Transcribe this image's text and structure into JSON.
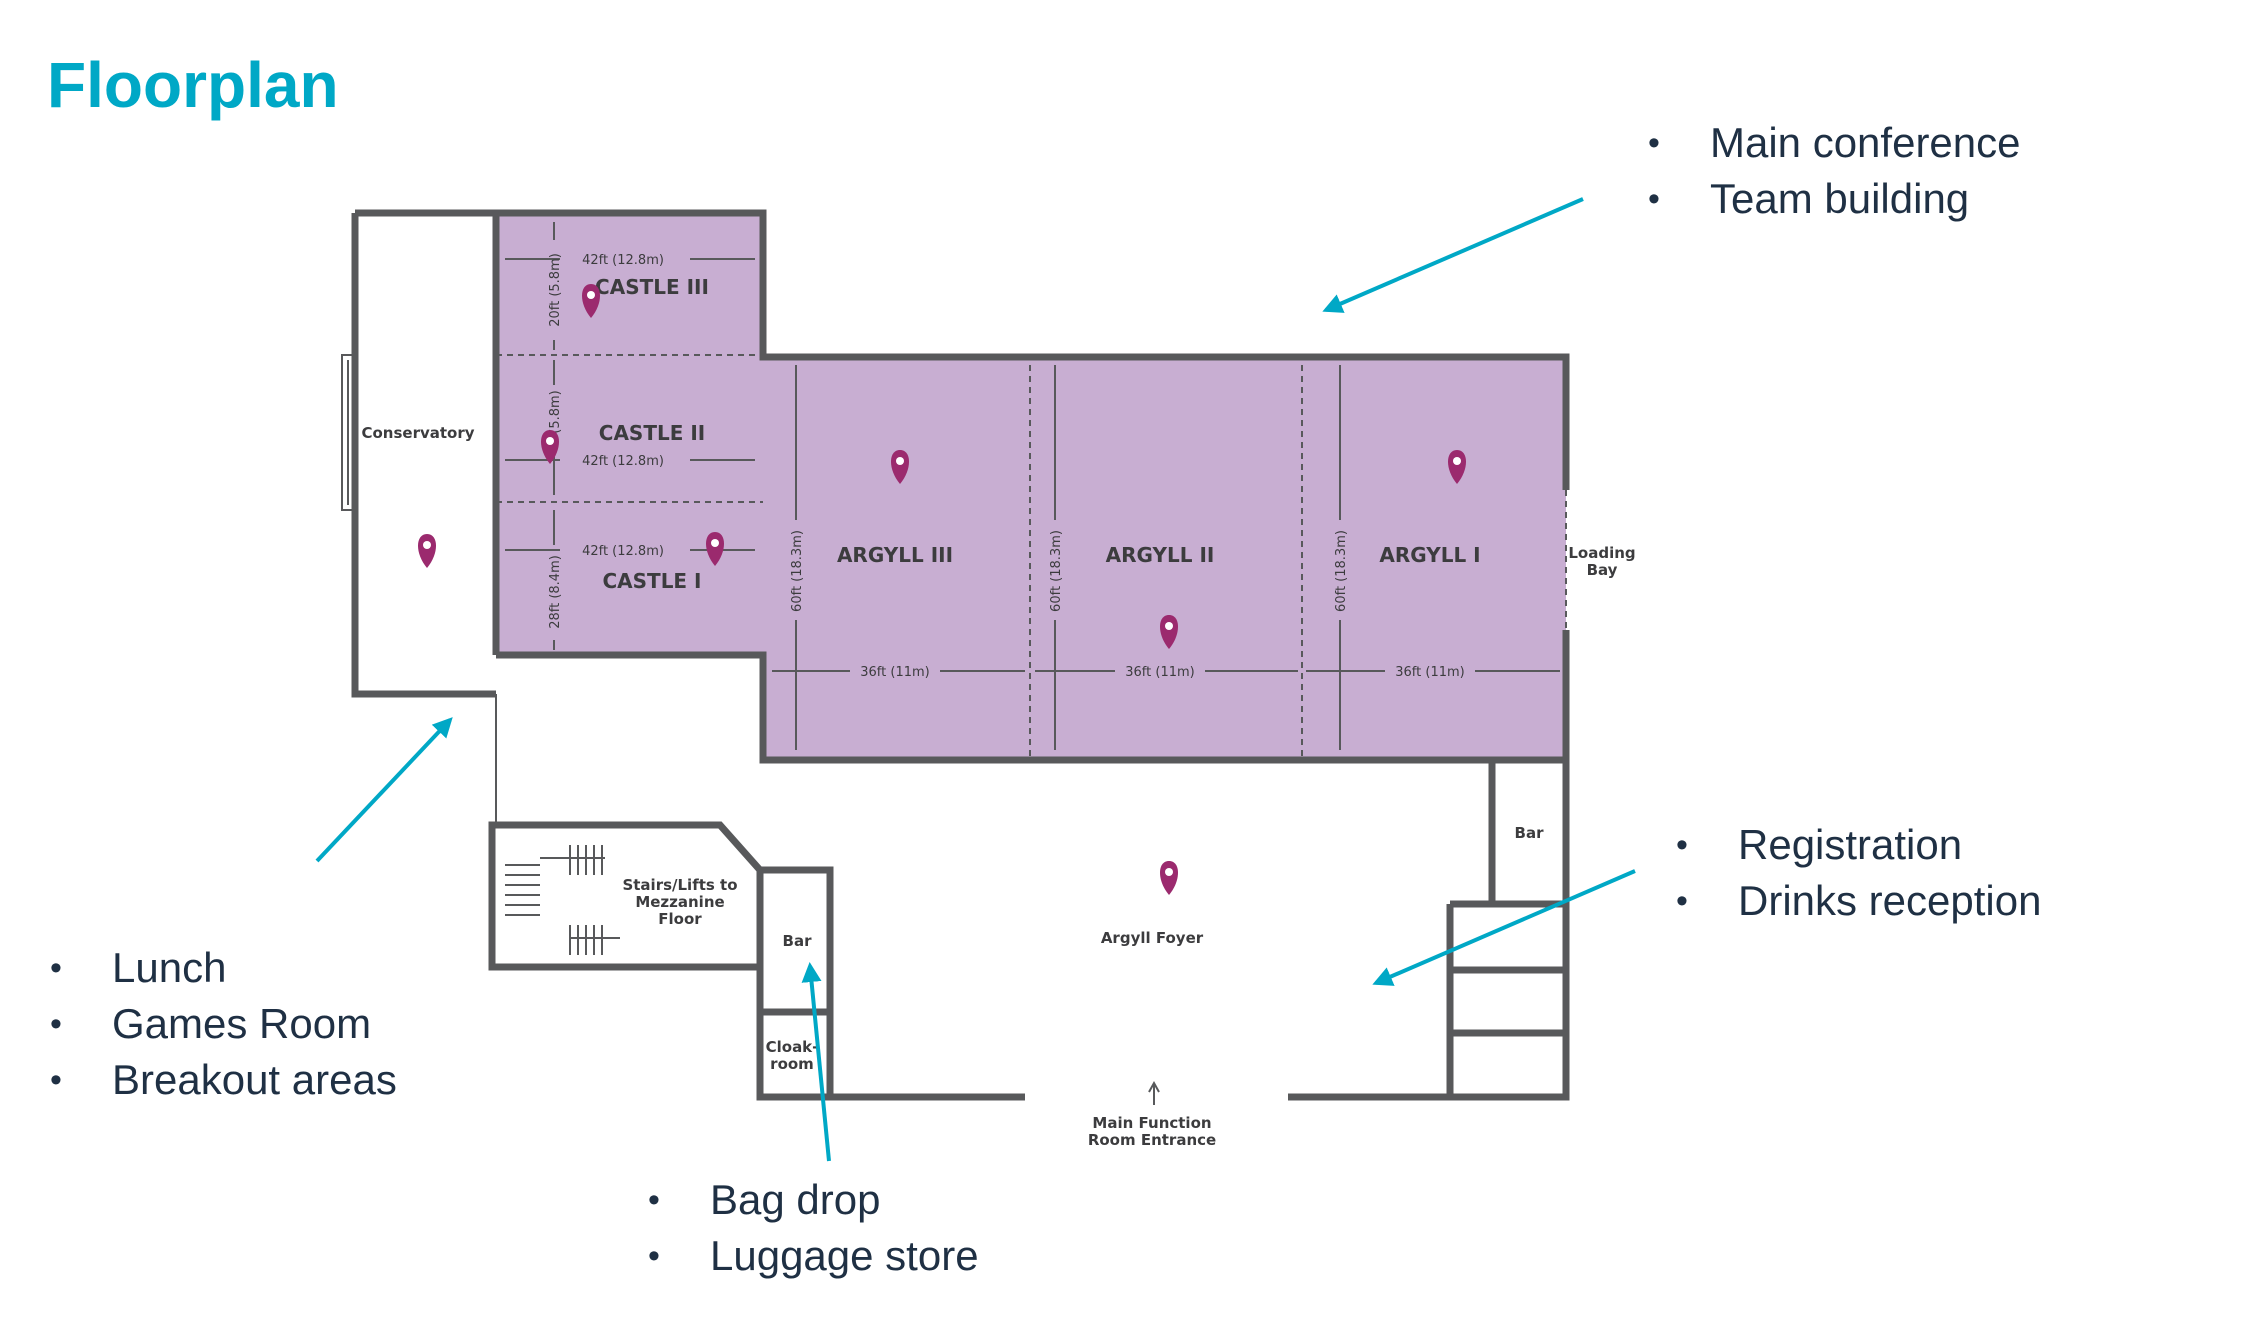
{
  "title": "Floorplan",
  "accent_color": "#00a8c6",
  "pin_color": "#9b2a6e",
  "room_fill": "#c8aed2",
  "callouts": {
    "main": [
      "Main conference",
      "Team building"
    ],
    "conservatory": [
      "Lunch",
      "Games Room",
      "Breakout areas"
    ],
    "bar": [
      "Bag drop",
      "Luggage store"
    ],
    "foyer": [
      "Registration",
      "Drinks reception"
    ]
  },
  "rooms": {
    "castle3": "CASTLE III",
    "castle2": "CASTLE II",
    "castle1": "CASTLE I",
    "argyll3": "ARGYLL III",
    "argyll2": "ARGYLL II",
    "argyll1": "ARGYLL I",
    "conservatory": "Conservatory",
    "loading1": "Loading",
    "loading2": "Bay",
    "stairs1": "Stairs/Lifts to",
    "stairs2": "Mezzanine",
    "stairs3": "Floor",
    "bar_left": "Bar",
    "cloak1": "Cloak-",
    "cloak2": "room",
    "foyer": "Argyll Foyer",
    "entrance1": "Main Function",
    "entrance2": "Room Entrance",
    "bar_right": "Bar"
  },
  "dimensions": {
    "castle_w": "42ft (12.8m)",
    "castle3_h": "20ft (5.8m)",
    "castle2_h": "(5.8m)",
    "castle1_h": "28ft (8.4m)",
    "argyll_w": "36ft (11m)",
    "argyll_h": "60ft (18.3m)"
  }
}
